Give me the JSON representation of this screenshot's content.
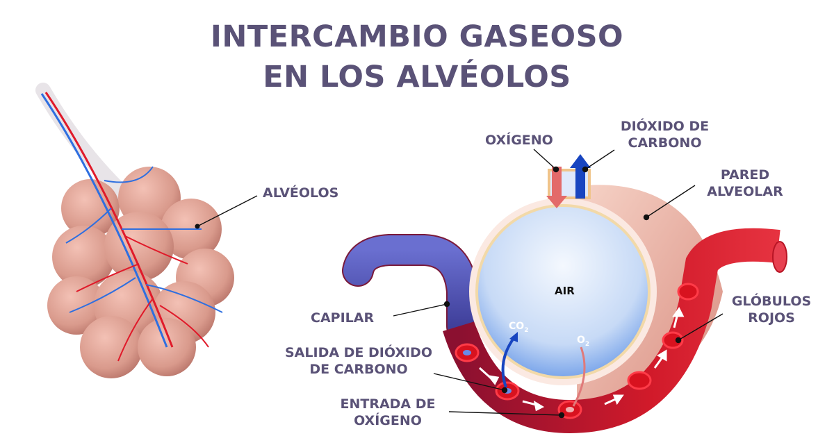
{
  "title": {
    "line1": "INTERCAMBIO GASEOSO",
    "line2": "EN LOS ALVÉOLOS"
  },
  "labels": {
    "alveolos": "ALVÉOLOS",
    "oxigeno": "OXÍGENO",
    "dioxido_line1": "DIÓXIDO DE",
    "dioxido_line2": "CARBONO",
    "pared_line1": "PARED",
    "pared_line2": "ALVEOLAR",
    "capilar": "CAPILAR",
    "salida_line1": "SALIDA DE DIÓXIDO",
    "salida_line2": "DE CARBONO",
    "entrada_line1": "ENTRADA DE",
    "entrada_line2": "OXÍGENO",
    "globulos_line1": "GLÓBULOS",
    "globulos_line2": "ROJOS",
    "air": "AIR",
    "co2": "CO",
    "co2_sub": "2",
    "o2": "O",
    "o2_sub": "2"
  },
  "colors": {
    "text": "#5a5277",
    "deoxygenated_blood": "#4a4fb0",
    "oxygenated_blood": "#d21a2a",
    "alveolar_wall": "#e8a59a",
    "air": "#c9dcf7",
    "oxygen_arrow": "#e36a6a",
    "co2_arrow": "#1845c0"
  }
}
